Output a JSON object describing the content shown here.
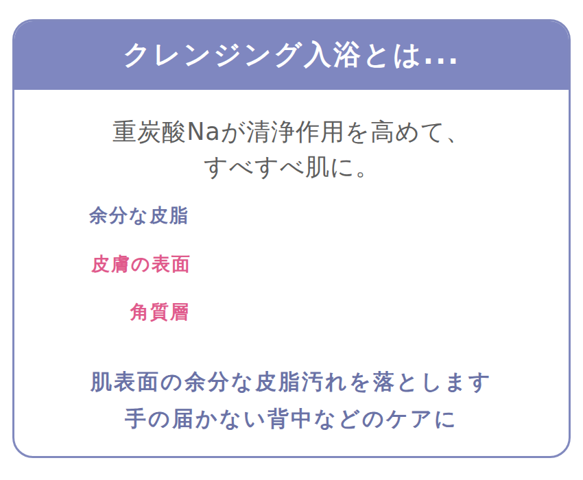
{
  "diagram": {
    "nodes": [
      {
        "text": [
          "重炭酸Naが清浄作用を高めて、 すべすべ肌に。",
          "肌表面の余分な皮脂汚れを落とします 手の届かない背中などのケアに"
        ]
      },
      {
        "text": [
          "クレンジング入浴とは..."
        ],
        "in": 0
      }
    ],
    "labels": [
      "余分な皮脂",
      "皮膚の表面",
      "角質層"
    ]
  }
}
